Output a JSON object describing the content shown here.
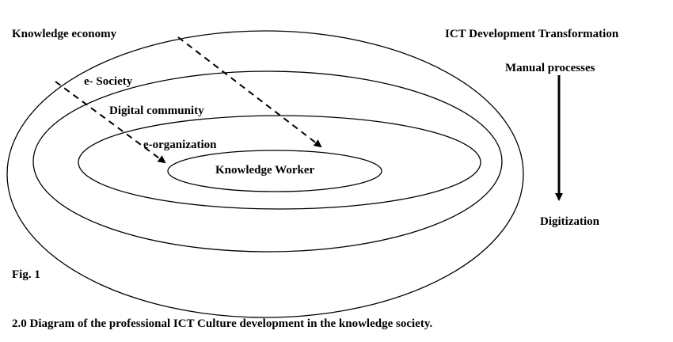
{
  "diagram": {
    "rings": [
      {
        "label": "Knowledge economy"
      },
      {
        "label": "e- Society"
      },
      {
        "label": "Digital community"
      },
      {
        "label": "e-organization"
      },
      {
        "label": "Knowledge Worker"
      }
    ],
    "transformation": {
      "title": "ICT Development Transformation",
      "start": "Manual processes",
      "end": "Digitization"
    },
    "figure_label": "Fig. 1",
    "caption": "2.0 Diagram of the professional ICT Culture development in the knowledge society."
  }
}
